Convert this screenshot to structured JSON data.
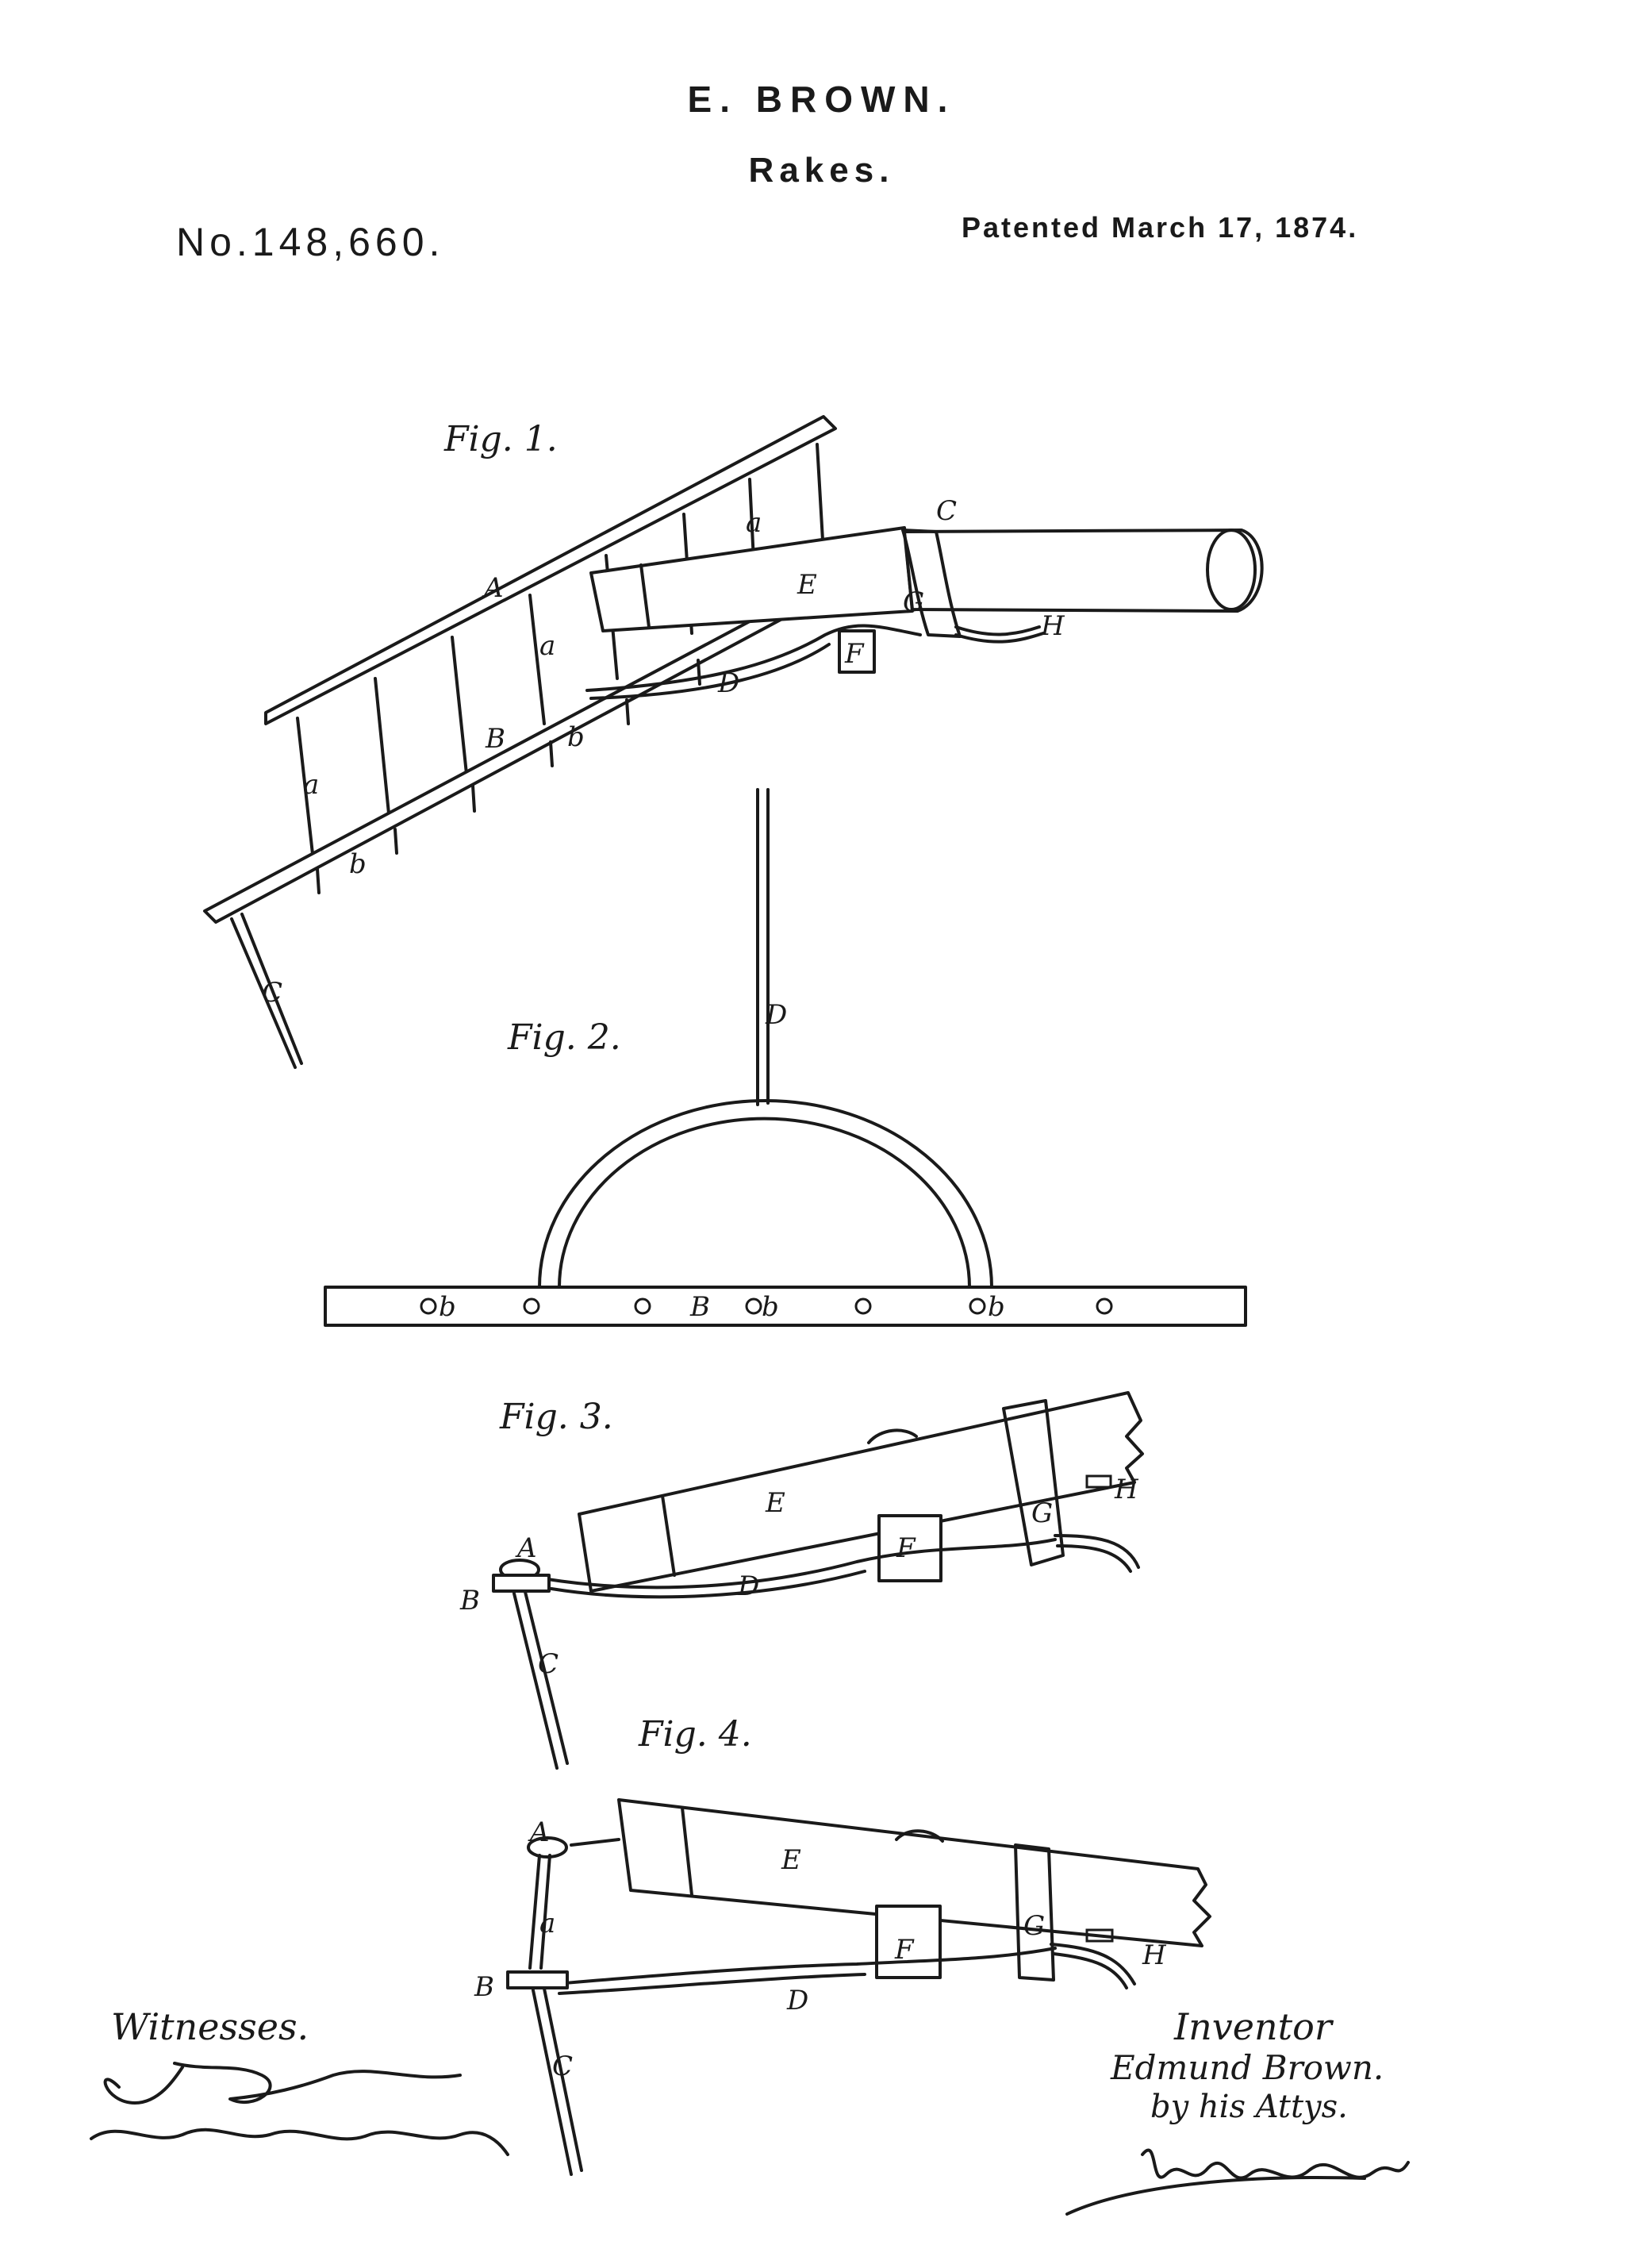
{
  "header": {
    "inventor_name": "E. BROWN.",
    "title": "Rakes.",
    "patent_number": "No.148,660.",
    "patent_date": "Patented March 17, 1874."
  },
  "figures": {
    "fig1": "Fig. 1.",
    "fig2": "Fig. 2.",
    "fig3": "Fig. 3.",
    "fig4": "Fig. 4."
  },
  "labels": {
    "A": "A",
    "B": "B",
    "C": "C",
    "D": "D",
    "E": "E",
    "F": "F",
    "G": "G",
    "H": "H",
    "a": "a",
    "b": "b"
  },
  "witnesses": {
    "heading": "Witnesses."
  },
  "inventor_block": {
    "heading": "Inventor",
    "name": "Edmund Brown.",
    "by": "by his Attys."
  }
}
